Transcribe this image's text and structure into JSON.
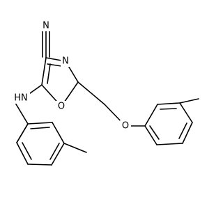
{
  "atom_labels": {
    "nitrile_n": "N",
    "oxazole_n": "N",
    "oxazole_o": "O",
    "amine_nh": "HN",
    "ether_o": "O"
  }
}
